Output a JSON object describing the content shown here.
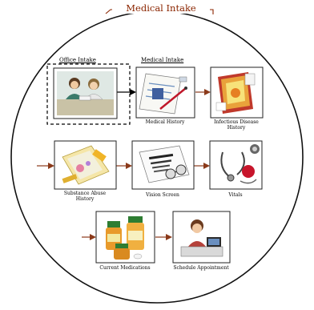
{
  "title": "Medical Intake",
  "groups": {
    "office": "Office Intake",
    "medical": "Medical Intake"
  },
  "steps": [
    {
      "id": "office-intake",
      "label": ""
    },
    {
      "id": "medical-history",
      "label": "Medical History"
    },
    {
      "id": "infectious-disease-history",
      "label": "Infectious Disease History"
    },
    {
      "id": "substance-abuse-history",
      "label": "Substance Abuse History"
    },
    {
      "id": "vision-screen",
      "label": "Vision Screen"
    },
    {
      "id": "vitals",
      "label": "Vitals"
    },
    {
      "id": "current-medications",
      "label": "Current Medications"
    },
    {
      "id": "schedule-appointment",
      "label": "Schedule Appointment"
    }
  ],
  "colors": {
    "border": "#111111",
    "title": "#8b2500",
    "connector": "#8b3a1a",
    "office_connector": "#000000"
  }
}
